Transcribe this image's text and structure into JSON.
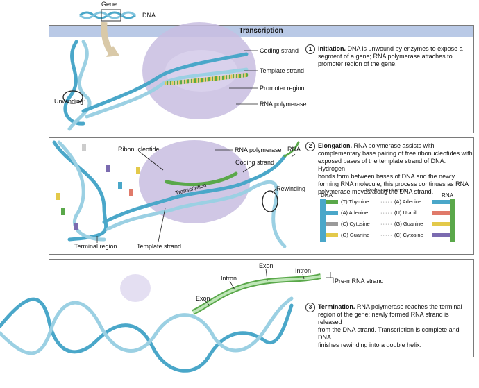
{
  "top": {
    "gene_label": "Gene",
    "dna_label": "DNA"
  },
  "header": {
    "title": "Transcription"
  },
  "step1": {
    "number": "1",
    "title": "Initiation.",
    "lines": [
      "DNA is unwound by enzymes to expose a",
      "segment of a gene; RNA polymerase attaches to",
      "promoter region of the gene."
    ],
    "labels": {
      "coding_strand": "Coding strand",
      "template_strand": "Template strand",
      "promoter_region": "Promoter region",
      "rna_polymerase": "RNA polymerase",
      "unwinding": "Unwinding"
    }
  },
  "step2": {
    "number": "2",
    "title": "Elongation.",
    "lines": [
      "RNA polymerase assists with",
      "complementary base pairing of free ribonucleotides with",
      "exposed bases of the template strand of DNA. Hydrogen",
      "bonds form between bases of DNA and the newly",
      "forming RNA molecule; this process continues as RNA",
      "polymerase moves along the DNA strand."
    ],
    "labels": {
      "ribonucleotide": "Ribonucleotide",
      "rna_polymerase": "RNA polymerase",
      "rna": "RNA",
      "coding_strand": "Coding strand",
      "rewinding": "Rewinding",
      "transcription": "Transcription",
      "terminal_region": "Terminal region",
      "template_strand": "Template strand"
    },
    "legend": {
      "dna": "DNA",
      "hydrogen_bonds": "Hydrogen bonds",
      "rna": "RNA",
      "rows": [
        {
          "dna": "(T) Thymine",
          "rna": "(A) Adenine",
          "dna_color": "#5aa84a",
          "rna_color": "#4aa7c9"
        },
        {
          "dna": "(A) Adenine",
          "rna": "(U) Uracil",
          "dna_color": "#4aa7c9",
          "rna_color": "#e07a6a"
        },
        {
          "dna": "(C) Cytosine",
          "rna": "(G) Guanine",
          "dna_color": "#9a9a9a",
          "rna_color": "#e3c94a"
        },
        {
          "dna": "(G) Guanine",
          "rna": "(C) Cytosine",
          "dna_color": "#e3c94a",
          "rna_color": "#7b6bb0"
        }
      ]
    }
  },
  "step3": {
    "number": "3",
    "title": "Termination.",
    "lines": [
      "RNA polymerase reaches the terminal",
      "region of the gene; newly formed RNA strand is released",
      "from the DNA strand. Transcription is complete and DNA",
      "finishes rewinding into a double helix."
    ],
    "labels": {
      "exon_top": "Exon",
      "intron_left": "Intron",
      "intron_right": "Intron",
      "exon_left": "Exon",
      "pre_mrna": "Pre-mRNA strand"
    }
  }
}
